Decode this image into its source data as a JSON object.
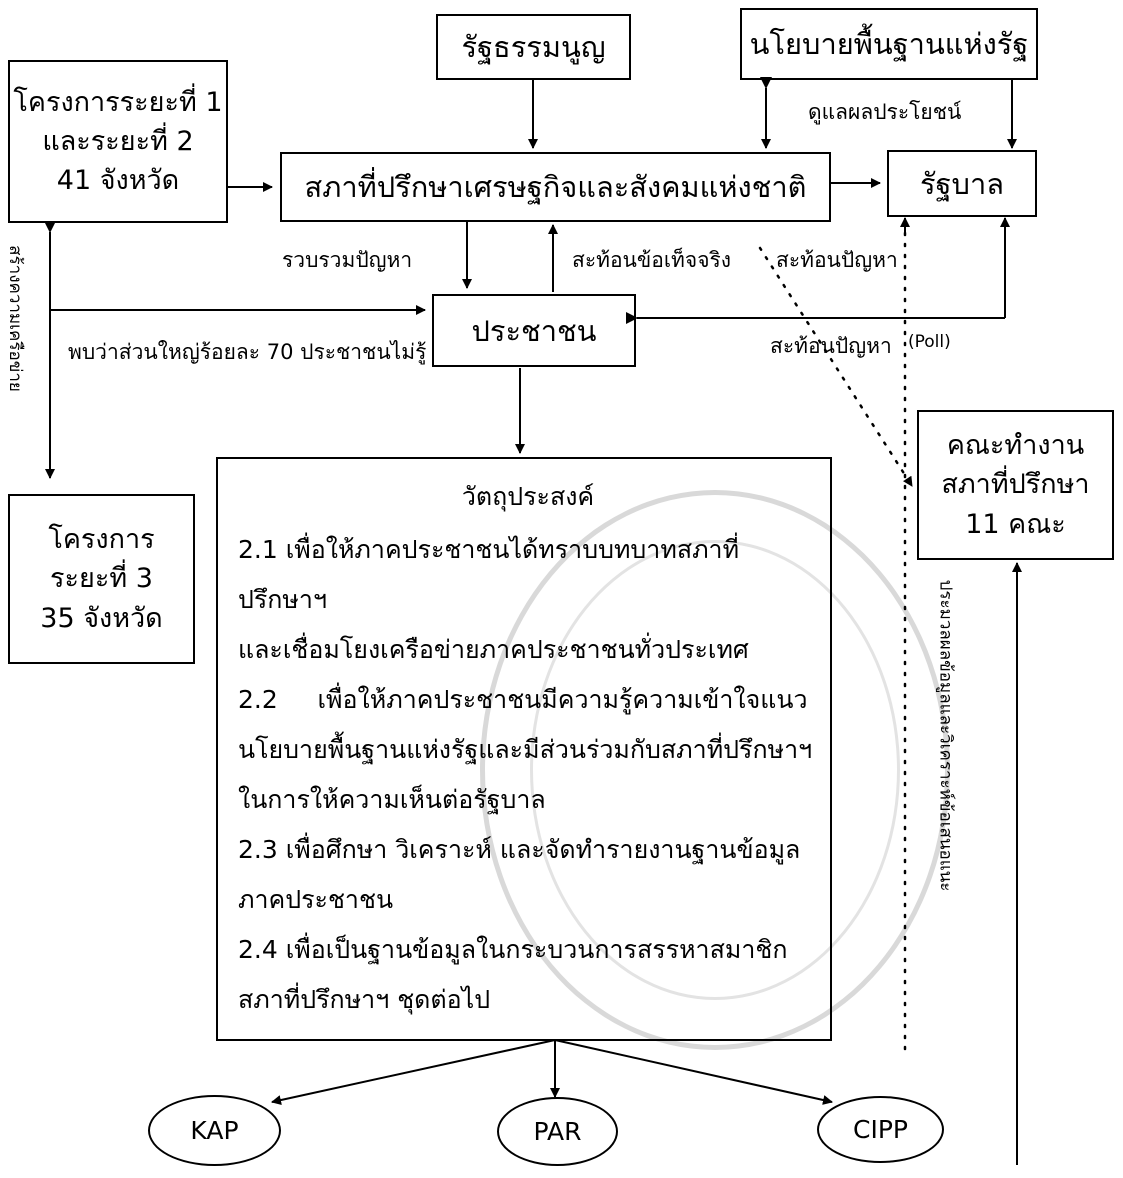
{
  "nodes": {
    "constitution": "รัฐธรรมนูญ",
    "state_policy": "นโยบายพื้นฐานแห่งรัฐ",
    "project_phase12": [
      "โครงการระยะที่ 1",
      "และระยะที่ 2",
      "41   จังหวัด"
    ],
    "council": "สภาที่ปรึกษาเศรษฐกิจและสังคมแห่งชาติ",
    "government": "รัฐบาล",
    "people": "ประชาชน",
    "working_group": [
      "คณะทำงาน",
      "สภาที่ปรึกษา",
      "11  คณะ"
    ],
    "project_phase3": [
      "โครงการ",
      "ระยะที่ 3",
      "35 จังหวัด"
    ]
  },
  "edge_labels": {
    "care_benefits": "ดูแลผลประโยชน์",
    "collect_problems": "รวบรวมปัญหา",
    "reflect_facts": "สะท้อนข้อเท็จจริง",
    "reflect_problems": "สะท้อนปัญหา",
    "reflect_problems_poll": "สะท้อนปัญหา",
    "poll": "(Poll)",
    "found_majority": "พบว่าส่วนใหญ่ร้อยละ 70 ประชาชนไม่รู้",
    "build_network": "สร้างความเครือข่าย",
    "right_vertical": "ประมวลผลข้อมูลและวิเคราะห์ข้อเสนอแนะ"
  },
  "objectives": {
    "title": "วัตถุประสงค์",
    "items": [
      "2.1 เพื่อให้ภาคประชาชนได้ทราบบทบาทสภาที่ปรึกษาฯ",
      "และเชื่อมโยงเครือข่ายภาคประชาชนทั่วประเทศ",
      "2.2     เพื่อให้ภาคประชาชนมีความรู้ความเข้าใจแนว",
      "นโยบายพื้นฐานแห่งรัฐและมีส่วนร่วมกับสภาที่ปรึกษาฯ",
      "ในการให้ความเห็นต่อรัฐบาล",
      "2.3  เพื่อศึกษา วิเคราะห์ และจัดทำรายงานฐานข้อมูล",
      "ภาคประชาชน",
      "2.4  เพื่อเป็นฐานข้อมูลในกระบวนการสรรหาสมาชิก",
      "สภาที่ปรึกษาฯ ชุดต่อไป"
    ]
  },
  "methods": [
    "KAP",
    "PAR",
    "CIPP"
  ],
  "colors": {
    "line": "#000000",
    "watermark": "#d9d9d9",
    "background": "#ffffff"
  }
}
